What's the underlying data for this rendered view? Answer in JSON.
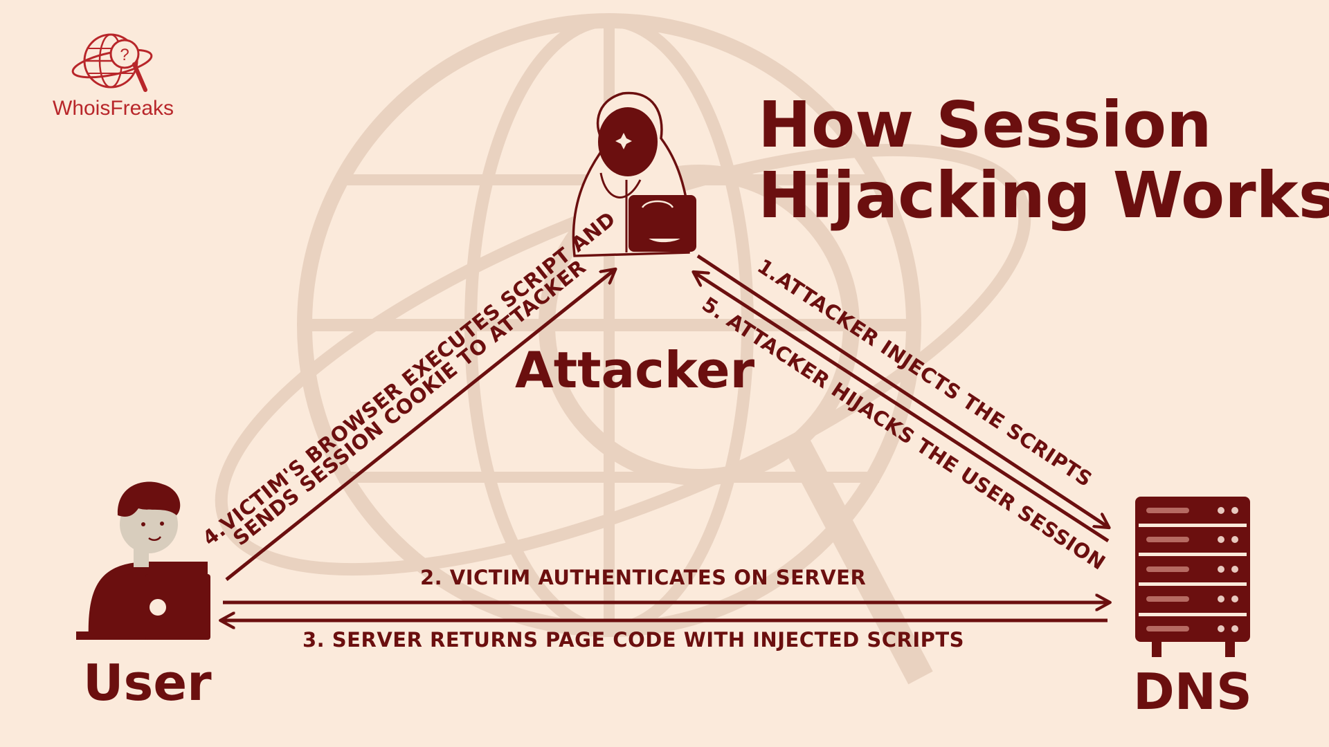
{
  "brand": {
    "name": "WhoisFreaks",
    "logo_glyph": "?"
  },
  "title": {
    "line1": "How Session",
    "line2": "Hijacking Works"
  },
  "nodes": {
    "attacker": "Attacker",
    "user": "User",
    "dns": "DNS"
  },
  "steps": {
    "step1": "1.ATTACKER INJECTS THE SCRIPTS",
    "step2": "2. VICTIM AUTHENTICATES ON SERVER",
    "step3": "3. SERVER RETURNS PAGE CODE WITH INJECTED SCRIPTS",
    "step4_line1": "4.VICTIM'S BROWSER EXECUTES SCRIPT AND",
    "step4_line2": "SENDS SESSION COOKIE TO ATTACKER",
    "step5": "5. ATTACKER HIJACKS THE USER SESSION"
  },
  "colors": {
    "background": "#fbeadb",
    "primary": "#6b0f0f",
    "brand_red": "#b8262a",
    "watermark": "#e9d2c0"
  }
}
